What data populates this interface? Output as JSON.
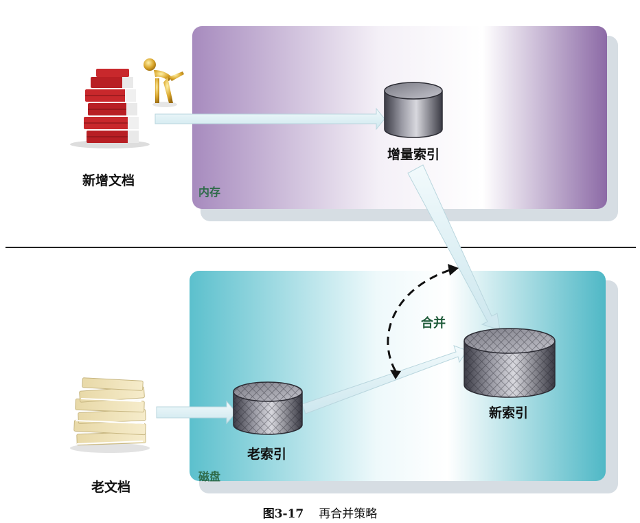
{
  "areas": {
    "memory": {
      "label": "内存",
      "color": "#8c6aa6"
    },
    "disk": {
      "label": "磁盘",
      "color": "#4fb8c6"
    }
  },
  "documents": {
    "new_docs": {
      "label": "新增文档",
      "icon": "binder-stack-icon"
    },
    "old_docs": {
      "label": "老文档",
      "icon": "paper-stack-icon"
    }
  },
  "indexes": {
    "incremental": {
      "label": "增量索引"
    },
    "old": {
      "label": "老索引"
    },
    "new": {
      "label": "新索引"
    }
  },
  "merge": {
    "label": "合并"
  },
  "caption": {
    "fig_no": "图3-17",
    "title": "再合并策略"
  }
}
